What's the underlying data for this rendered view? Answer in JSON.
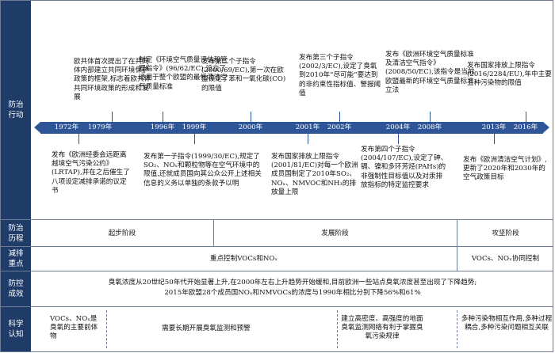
{
  "labels": {
    "action": "防治\n行动",
    "history": "防治\n历程",
    "focus": "减排\n重点",
    "result": "防控\n成效",
    "science": "科学\n认知"
  },
  "timeline": {
    "years": [
      "1972年",
      "1979年",
      "1996年",
      "1999年",
      "2000年",
      "2001年",
      "2002年",
      "2004年",
      "2008年",
      "2013年",
      "2016年"
    ]
  },
  "events_top": [
    "欧共体首次提出了在共同体内部建立共同环境保护政策的框架,标志着欧共体共同环境政策的形成和发展",
    "制定《环境空气质量评估和管理指令》(96/62/EC),设立了适用于整个欧盟的最低清洁空气质量标准",
    "发布第二个子指令(2000/69/EC),第一次在欧盟设定了苯和一氧化碳(CO)的限值",
    "发布第三个子指令(2002/3/EC),设定了臭氧到2010年“尽可能”要达到的非约束性指标值、警报阈值",
    "发布《欧洲环境空气质量标准及清洁空气指令》(2008/50/EC),该指令是当前欧盟最新的环境空气质量标准立法",
    "发布国家排放上限指令(2016/2284/EU),年中主要五种污染物的限值"
  ],
  "events_bottom": [
    "发布《欧洲经委会远距离越境空气污染公约》(LRTAP),并在之后催生了八项设定减排承诺的议定书",
    "发布第一子指令(1999/30/EC),规定了SO₂、NOₓ和颗粒物等在空气环境中的限值,还就成员国向其公众公开上述相关信息的义务以单独的条款予以明",
    "发布国家排放上限指令(2001/81/EC)对每一个欧洲成员国制定了2010年SO₂、NOₓ、NMVOC和NH₃的排放量上限",
    "发布第四个子指令(2004/107/EC),设定了砷、镉、镍和多环芳烃(PAHs)的非强制性目标值以及对汞排放指标的特定监控要求",
    "发布《欧洲清洁空气计划》,更新了2020年和2030年的空气政策目标"
  ],
  "history": [
    "起步阶段",
    "发展阶段",
    "攻坚阶段"
  ],
  "focus": [
    "重点控制VOCs和NOₓ",
    "VOCs、NOₓ协同控制"
  ],
  "result": [
    "臭氧浓度从20世纪50年代开始显著上升,在2000年左右上升趋势开始缓和,目前欧洲一些站点臭氧浓度甚至出现了下降趋势;",
    "2015年欧盟28个成员国NOₓ和NMVOCs的浓度与1990年相比分别下降56%和61%"
  ],
  "science": [
    "VOCs、NOₓ是臭氧的主要前体物",
    "需要长期开展臭氧监测和预警",
    "建立高密度、高强度的地面臭氧监测网络有利于掌握臭氧污染规律",
    "多种污染物相互作用,多种过程耦合,多种污染问题相互关联"
  ]
}
